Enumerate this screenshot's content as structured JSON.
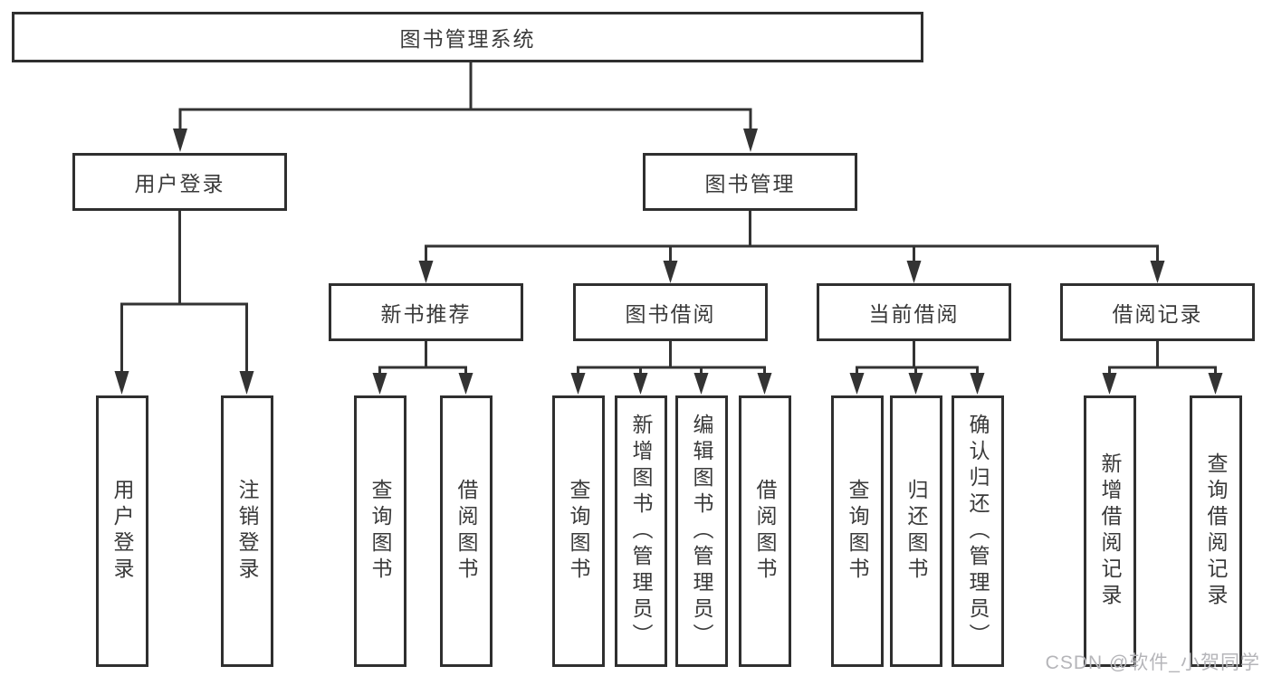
{
  "tree": {
    "label": "图书管理系统",
    "children": [
      {
        "label": "用户登录",
        "children": [
          {
            "label": "用户登录"
          },
          {
            "label": "注销登录"
          }
        ]
      },
      {
        "label": "图书管理",
        "children": [
          {
            "label": "新书推荐",
            "children": [
              {
                "label": "查询图书"
              },
              {
                "label": "借阅图书"
              }
            ]
          },
          {
            "label": "图书借阅",
            "children": [
              {
                "label": "查询图书"
              },
              {
                "label": "新增图书（管理员）"
              },
              {
                "label": "编辑图书（管理员）"
              },
              {
                "label": "借阅图书"
              }
            ]
          },
          {
            "label": "当前借阅",
            "children": [
              {
                "label": "查询图书"
              },
              {
                "label": "归还图书"
              },
              {
                "label": "确认归还（管理员）"
              }
            ]
          },
          {
            "label": "借阅记录",
            "children": [
              {
                "label": "新增借阅记录"
              },
              {
                "label": "查询借阅记录"
              }
            ]
          }
        ]
      }
    ]
  },
  "watermark": {
    "text": "CSDN @软件_小贺同学"
  },
  "colors": {
    "line": "#333333",
    "box_border": "#2f2f2f",
    "text": "#3a3a3a",
    "background": "#ffffff",
    "watermark": "#b5b5b9"
  }
}
